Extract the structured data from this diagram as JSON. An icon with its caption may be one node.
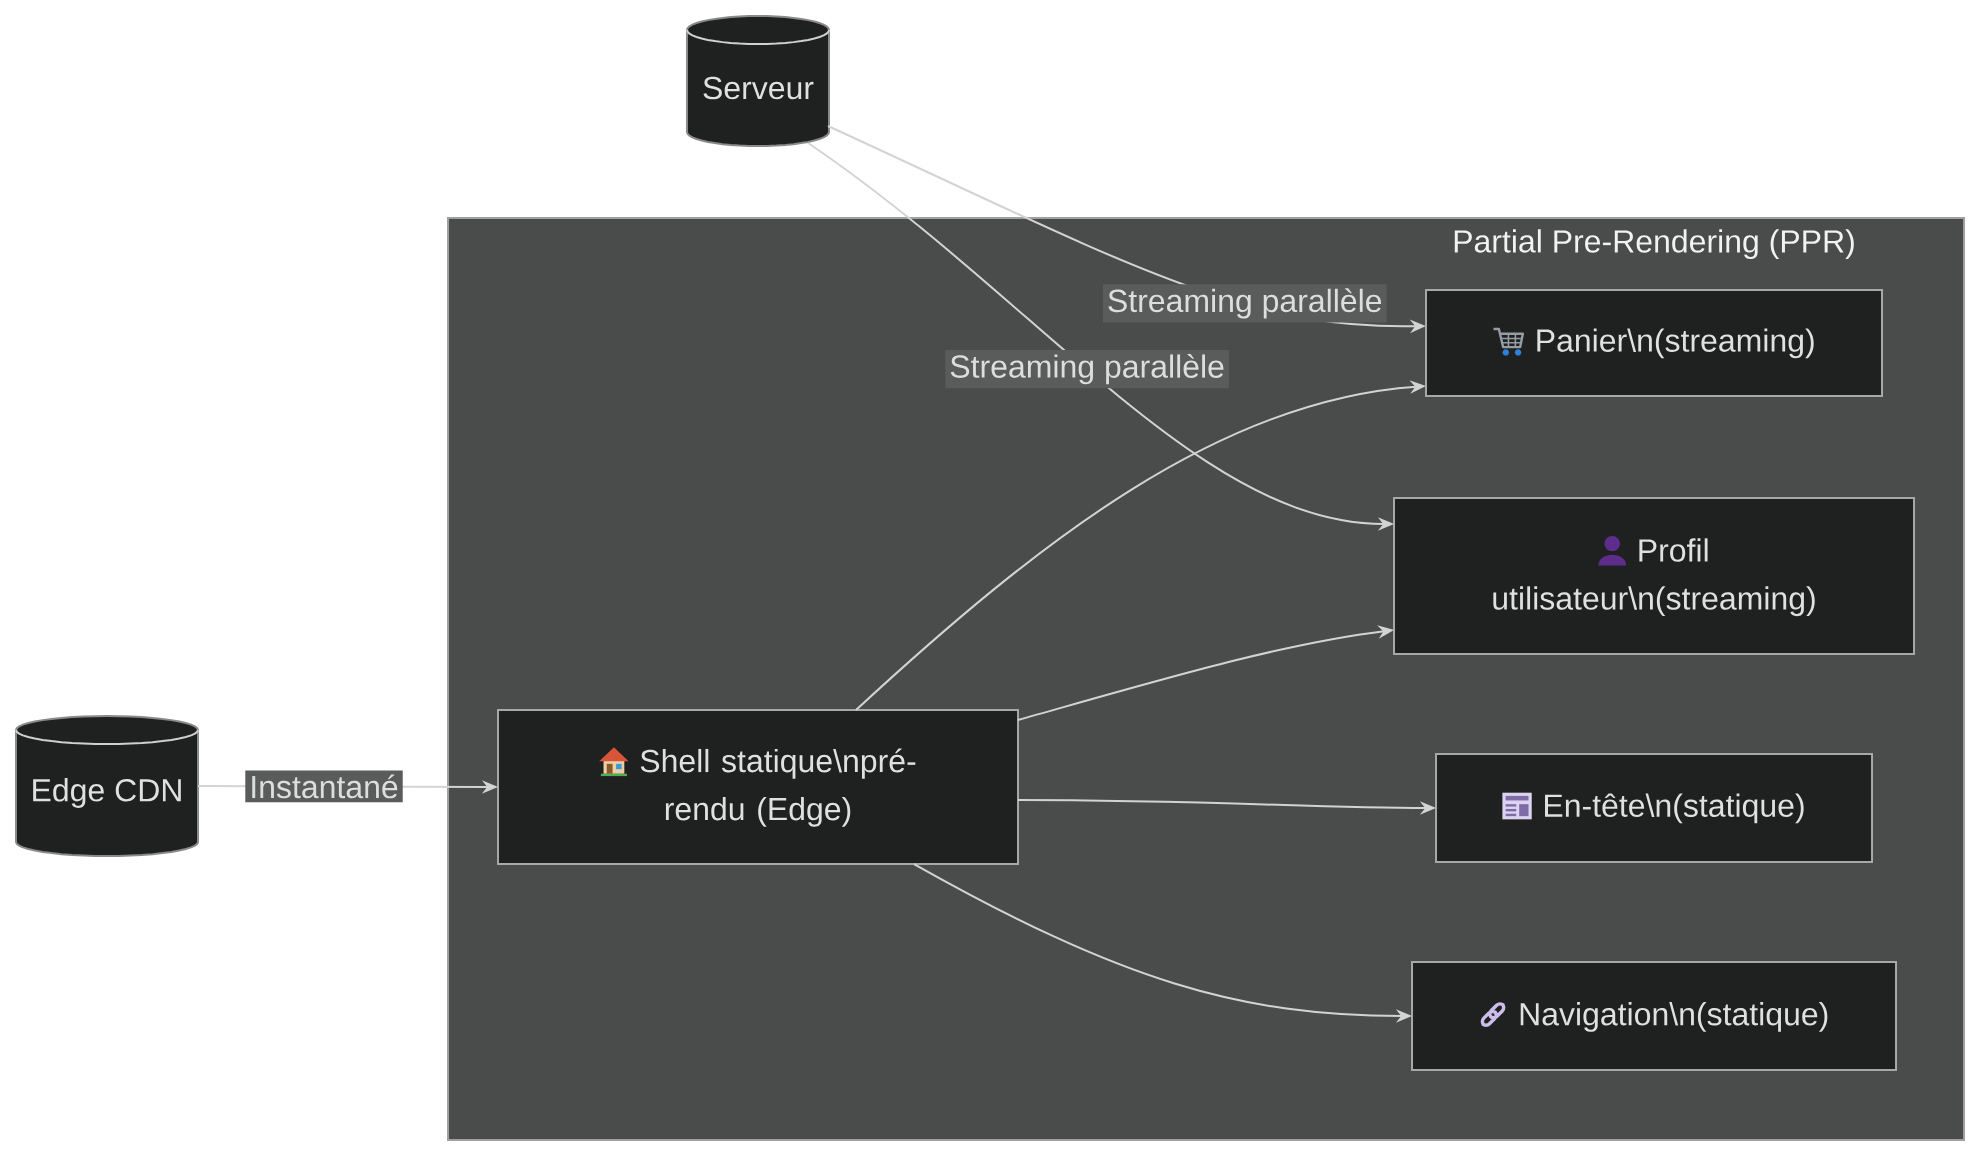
{
  "diagram": {
    "nodes": [
      {
        "text": [
          "Serveur"
        ]
      },
      {
        "text": [
          "Partial Pre-Rendering (PPR)"
        ]
      },
      {
        "text": [
          "Panier\\n(streaming)"
        ],
        "in": 1
      },
      {
        "text": [
          "Profil utilisateur\\n(streaming)"
        ],
        "in": 1
      },
      {
        "text": [
          "Shell statique\\npré-rendu (Edge)"
        ],
        "in": 1
      },
      {
        "text": [
          "En-tête\\n(statique)"
        ],
        "in": 1
      },
      {
        "text": [
          "Navigation\\n(statique)"
        ],
        "in": 1
      },
      {
        "text": [
          "Edge CDN"
        ]
      }
    ],
    "edges": [
      {
        "from": 7,
        "to": 4,
        "arrow": "to",
        "label": "Instantané"
      },
      {
        "from": 0,
        "to": 2,
        "arrow": "to",
        "label": "Streaming parallèle"
      },
      {
        "from": 0,
        "to": 3,
        "arrow": "to",
        "label": "Streaming parallèle"
      },
      {
        "from": 4,
        "to": 2,
        "arrow": "to"
      },
      {
        "from": 4,
        "to": 3,
        "arrow": "to"
      },
      {
        "from": 4,
        "to": 5,
        "arrow": "to"
      },
      {
        "from": 4,
        "to": 6,
        "arrow": "to"
      }
    ]
  }
}
